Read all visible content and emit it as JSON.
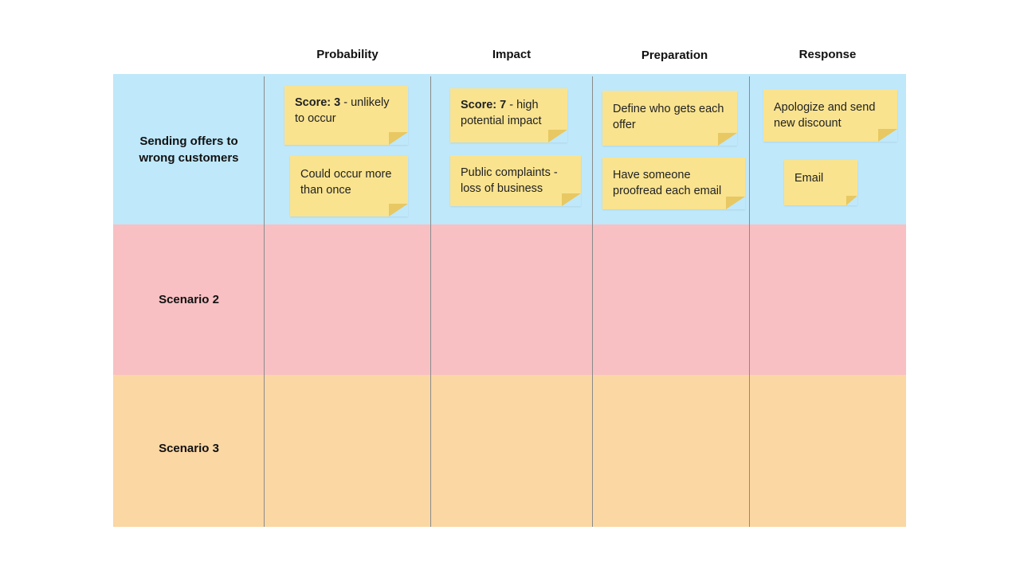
{
  "colors": {
    "row1": "#bfe8fa",
    "row2": "#f8c0c3",
    "row3": "#fbd7a4",
    "sticky": "#f9e38f",
    "divider": "#8a8a8a"
  },
  "columns": [
    {
      "label": "Probability"
    },
    {
      "label": "Impact"
    },
    {
      "label": "Preparation"
    },
    {
      "label": "Response"
    }
  ],
  "rows": [
    {
      "label": "Sending offers to wrong customers"
    },
    {
      "label": "Scenario 2"
    },
    {
      "label": "Scenario 3"
    }
  ],
  "stickies": {
    "prob_score": {
      "bold": "Score: 3",
      "rest": " - unlikely to occur"
    },
    "prob_note": "Could occur more than once",
    "impact_score": {
      "bold": "Score: 7",
      "rest": " - high potential impact"
    },
    "impact_note": "Public complaints - loss of business",
    "prep_1": "Define who gets each offer",
    "prep_2": "Have someone proofread each email",
    "resp_1": "Apologize and send new discount",
    "resp_2": "Email"
  }
}
